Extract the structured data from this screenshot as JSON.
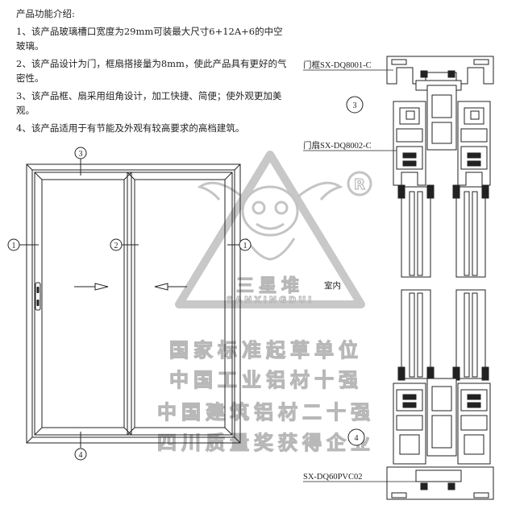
{
  "intro": {
    "title": "产品功能介绍:",
    "items": [
      "1、该产品玻璃槽口宽度为29mm可装最大尺寸6+12A+6的中空玻璃。",
      "2、该产品设计为门，框扇搭接量为8mm，使此产品具有更好的气密性。",
      "3、该产品框、扇采用组角设计，加工快捷、简便；使外观更加美观。",
      "4、该产品适用于有节能及外观有较高要求的高档建筑。"
    ]
  },
  "elevation": {
    "markers": [
      "1",
      "2",
      "1",
      "3",
      "4"
    ]
  },
  "section": {
    "frame_label": "门框SX-DQ8001-C",
    "sash_label": "门扇SX-DQ8002-C",
    "pvc_label": "SX-DQ60PVC02",
    "marker_top": "3",
    "marker_bottom": "4",
    "indoor_label": "室内"
  },
  "watermark": {
    "registered": "R",
    "brand_cn": "三星堆",
    "brand_en": "SANXINGDUI",
    "lines": [
      "国家标准起草单位",
      "中国工业铝材十强",
      "中国建筑铝材二十强",
      "四川质量奖获得企业"
    ]
  }
}
